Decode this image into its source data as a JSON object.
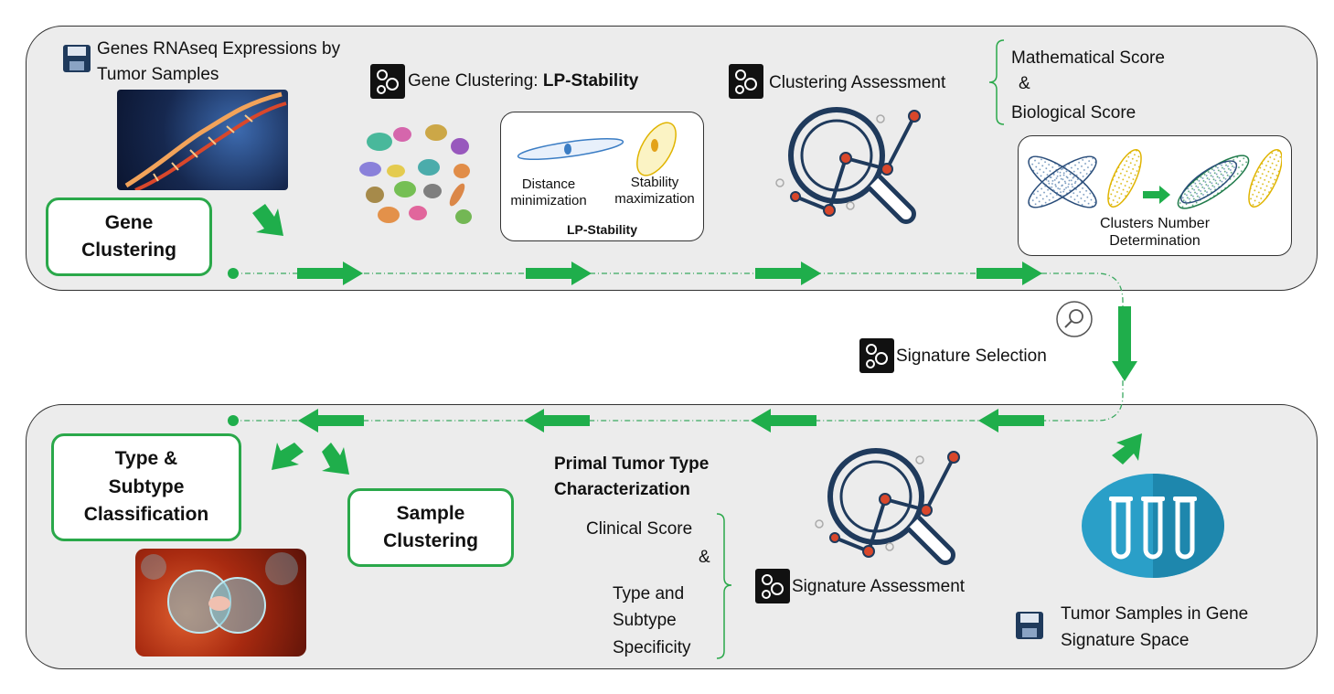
{
  "top_panel": {
    "input_label_line1": "Genes RNAseq Expressions by",
    "input_label_line2": "Tumor Samples",
    "gene_clustering_box": {
      "line1": "Gene",
      "line2": "Clustering"
    },
    "gene_clustering_title_prefix": "Gene Clustering: ",
    "gene_clustering_title_bold": "LP-Stability",
    "lp_box": {
      "distance_line1": "Distance",
      "distance_line2": "minimization",
      "stability_line1": "Stability",
      "stability_line2": "maximization",
      "caption": "LP-Stability"
    },
    "clustering_assessment": "Clustering Assessment",
    "scores": {
      "mathematical": "Mathematical Score",
      "and": "&",
      "biological": "Biological Score"
    },
    "cluster_number_box": {
      "line1": "Clusters Number",
      "line2": "Determination"
    }
  },
  "middle": {
    "signature_selection": "Signature Selection"
  },
  "bottom_panel": {
    "type_box": {
      "line1": "Type &",
      "line2": "Subtype",
      "line3": "Classification"
    },
    "sample_box": {
      "line1": "Sample",
      "line2": "Clustering"
    },
    "primal_line1": "Primal Tumor Type",
    "primal_line2": "Characterization",
    "clinical_score": "Clinical Score",
    "and": "&",
    "specificity_line1": "Type and",
    "specificity_line2": "Subtype",
    "specificity_line3": "Specificity",
    "signature_assessment": "Signature Assessment",
    "tumor_samples_line1": "Tumor Samples in Gene",
    "tumor_samples_line2": "Signature Space"
  },
  "colors": {
    "accent_green": "#1fae4b",
    "box_green": "#2aa84a",
    "navy": "#1f3a5c",
    "orange_red": "#d9472b"
  }
}
